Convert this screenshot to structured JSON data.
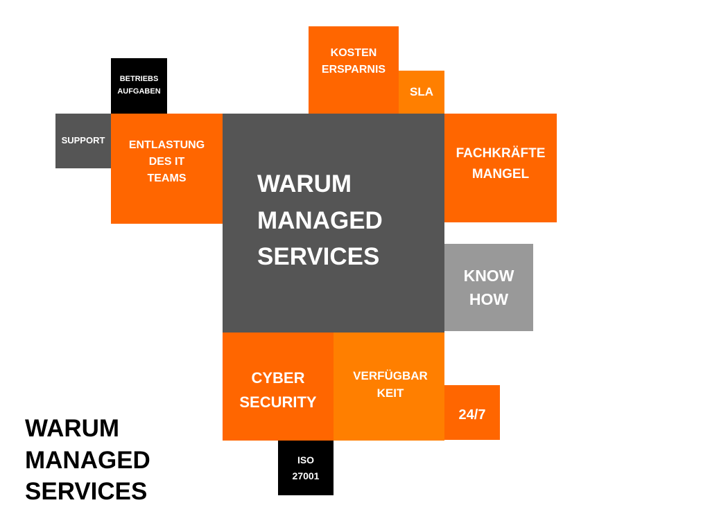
{
  "center": {
    "label": "WARUM\nMANAGED\nSERVICES",
    "color": "#555555"
  },
  "tiles": {
    "kosten": {
      "label": "KOSTEN\nERSPARNIS",
      "color": "#ff6600"
    },
    "sla": {
      "label": "SLA",
      "color": "#ff7f00"
    },
    "fachkraefte": {
      "label": "FACHKRÄFTE\nMANGEL",
      "color": "#ff6600"
    },
    "knowhow": {
      "label": "KNOW\nHOW",
      "color": "#999999"
    },
    "entlastung": {
      "label": "ENTLASTUNG\nDES IT\nTEAMS",
      "color": "#ff6600"
    },
    "support": {
      "label": "SUPPORT",
      "color": "#555555"
    },
    "betrieb": {
      "label": "BETRIEBS\nAUFGABEN",
      "color": "#000000"
    },
    "cyber": {
      "label": "CYBER\nSECURITY",
      "color": "#ff6600"
    },
    "verfuegbarkeit": {
      "label": "VERFÜGBAR\nKEIT",
      "color": "#ff7f00"
    },
    "always": {
      "label": "24/7",
      "color": "#ff6600"
    },
    "iso": {
      "label": "ISO\n27001",
      "color": "#000000"
    }
  },
  "caption": {
    "text": "WARUM\nMANAGED\nSERVICES"
  }
}
